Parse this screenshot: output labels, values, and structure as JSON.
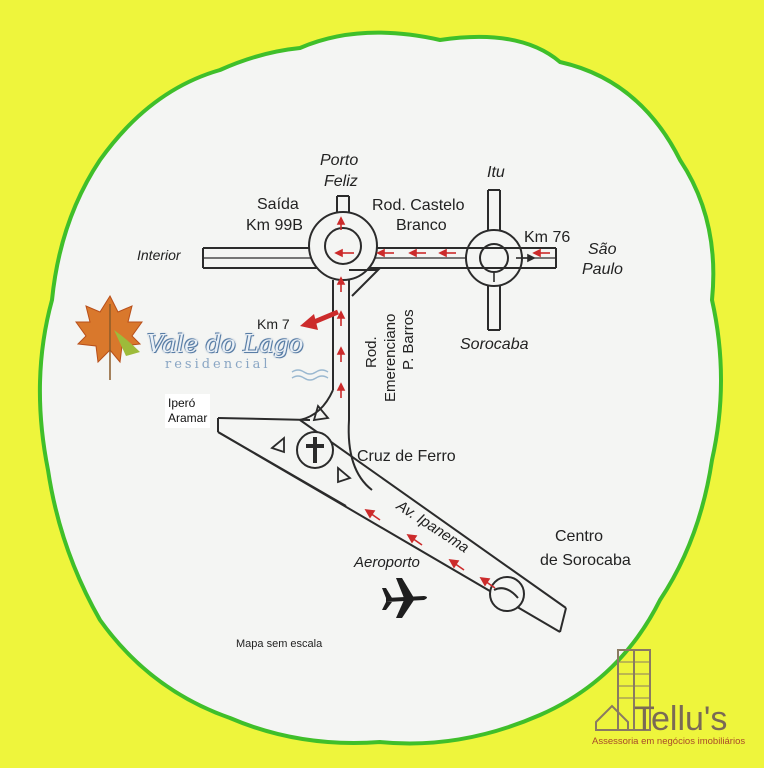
{
  "places": {
    "porto": "Porto",
    "feliz": "Feliz",
    "itu": "Itu",
    "saida": "Saída",
    "km99b": "Km 99B",
    "rod_castelo": "Rod. Castelo",
    "branco": "Branco",
    "interior": "Interior",
    "km76": "Km 76",
    "sao": "São",
    "paulo": "Paulo",
    "sorocaba": "Sorocaba",
    "km7": "Km 7",
    "rod": "Rod.",
    "emerenciano": "Emerenciano",
    "pbarros": "P. Barros",
    "cruz": "Cruz de Ferro",
    "av": "Av. Ipanema",
    "centro": "Centro",
    "desorocaba": "de Sorocaba",
    "aeroporto": "Aeroporto",
    "mapa": "Mapa sem escala",
    "ipero": "Iperó",
    "aramar": "Aramar"
  },
  "logo": {
    "name": "Vale do Lago",
    "sub": "residencial"
  },
  "brand": {
    "name": "Tellu's",
    "tagline": "Assessoria em negócios imobiliários"
  },
  "colors": {
    "background": "#eef53c",
    "border": "#3fbf2a",
    "paper": "#f4f5f3",
    "road": "#2b2b2b",
    "arrow": "#cc2b2b"
  }
}
